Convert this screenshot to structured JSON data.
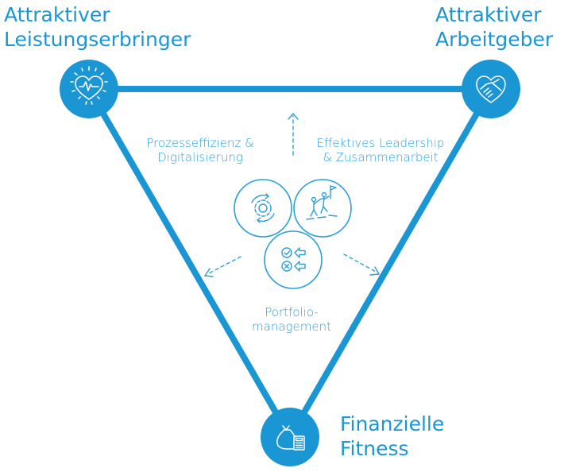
{
  "colors": {
    "primary": "#1a96d4",
    "accent_light": "#2a9fd8",
    "node_fill": "#1a96d4",
    "background": "#ffffff"
  },
  "corners": {
    "top_left": {
      "lines": [
        "Attraktiver",
        "Leistungserbringer"
      ],
      "icon": "heart-pulse-icon"
    },
    "top_right": {
      "lines": [
        "Attraktiver",
        "Arbeitgeber"
      ],
      "icon": "handshake-heart-icon"
    },
    "bottom": {
      "lines": [
        "Finanzielle",
        "Fitness"
      ],
      "icon": "money-bag-calculator-icon"
    }
  },
  "levers": {
    "process": {
      "lines": [
        "Prozesseffizienz &",
        "Digitalisierung"
      ],
      "icon": "gear-cycle-icon"
    },
    "leadership": {
      "lines": [
        "Effektives Leadership",
        "& Zusammenarbeit"
      ],
      "icon": "climbing-team-flag-icon"
    },
    "portfolio": {
      "lines": [
        "Portfolio-",
        "management"
      ],
      "icon": "check-cross-arrows-icon"
    }
  },
  "arrows": [
    "up",
    "down-left",
    "down-right"
  ]
}
